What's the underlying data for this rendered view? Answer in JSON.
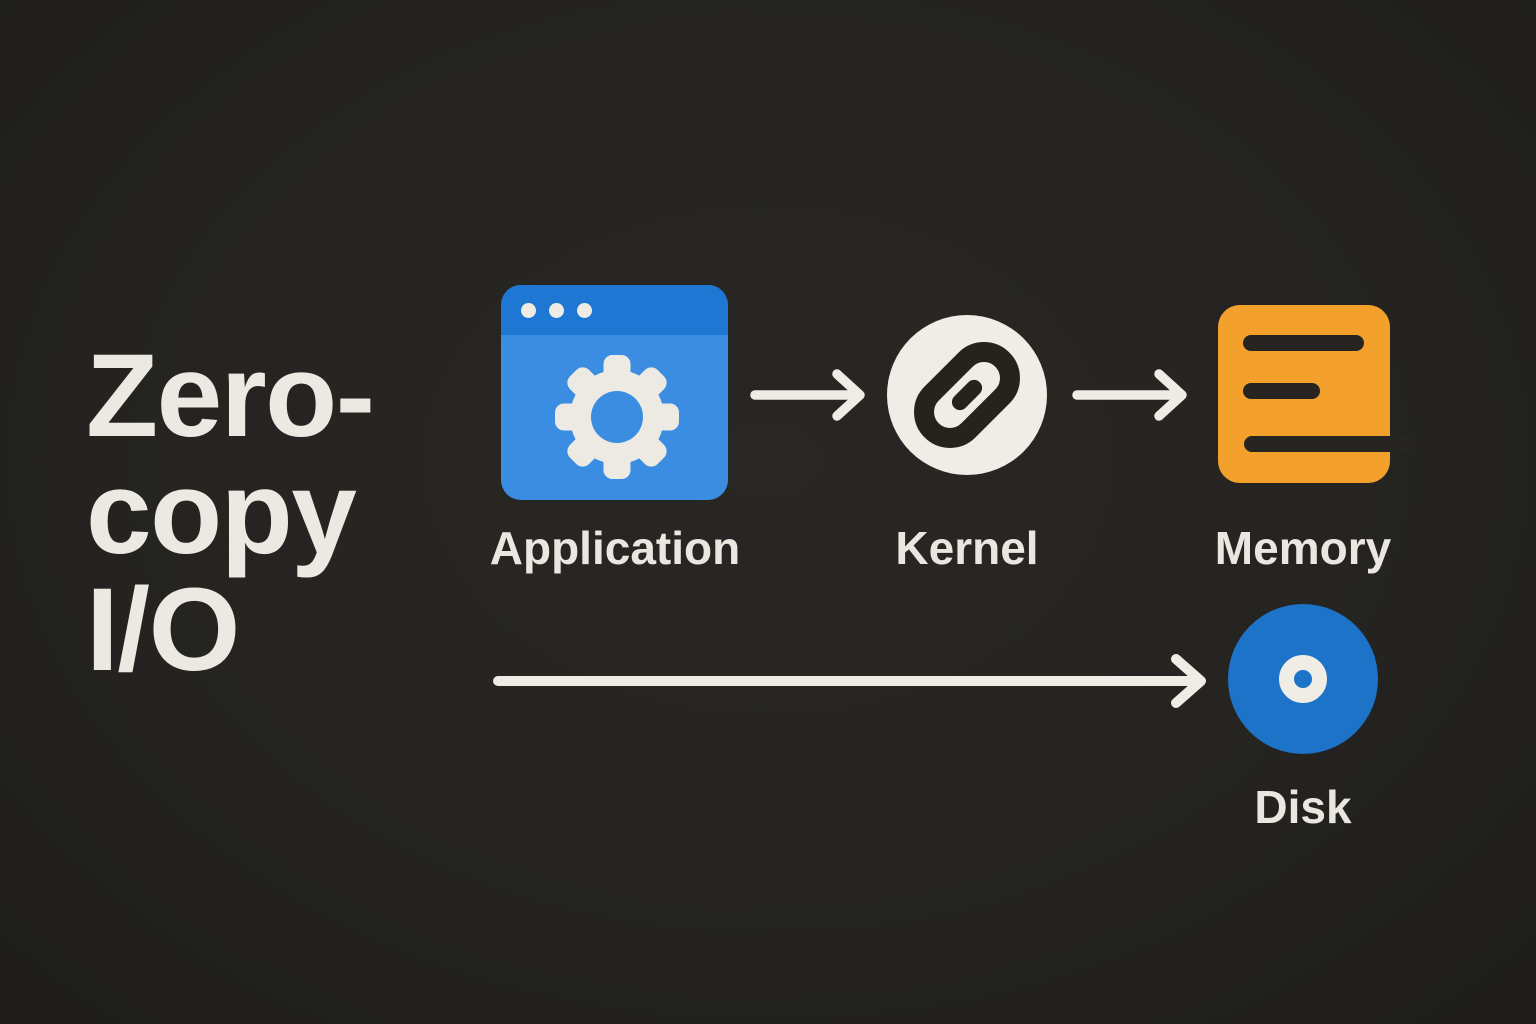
{
  "title": {
    "text": "Zero-\ncopy\nI/O"
  },
  "nodes": [
    {
      "id": "application",
      "label": "Application",
      "icon": "app-window-gear-icon",
      "colors": {
        "titlebar": "#1E77D3",
        "body": "#3B8DE1",
        "gear": "#EDEAE3"
      }
    },
    {
      "id": "kernel",
      "label": "Kernel",
      "icon": "link-capsule-icon",
      "colors": {
        "circle": "#F0EDE6",
        "glyph": "#24231E"
      }
    },
    {
      "id": "memory",
      "label": "Memory",
      "icon": "stacked-lines-icon",
      "colors": {
        "square": "#F4A02D",
        "lines": "#262522"
      }
    },
    {
      "id": "disk",
      "label": "Disk",
      "icon": "disc-icon",
      "colors": {
        "disc": "#1C73C7",
        "ring": "#F0EDE6"
      }
    }
  ],
  "arrows": [
    {
      "from": "Application",
      "to": "Kernel"
    },
    {
      "from": "Kernel",
      "to": "Memory"
    },
    {
      "from": "Application",
      "to": "Disk"
    }
  ],
  "colors": {
    "background": "#252421",
    "text": "#ECE9E2",
    "arrow": "#EFECE5"
  }
}
